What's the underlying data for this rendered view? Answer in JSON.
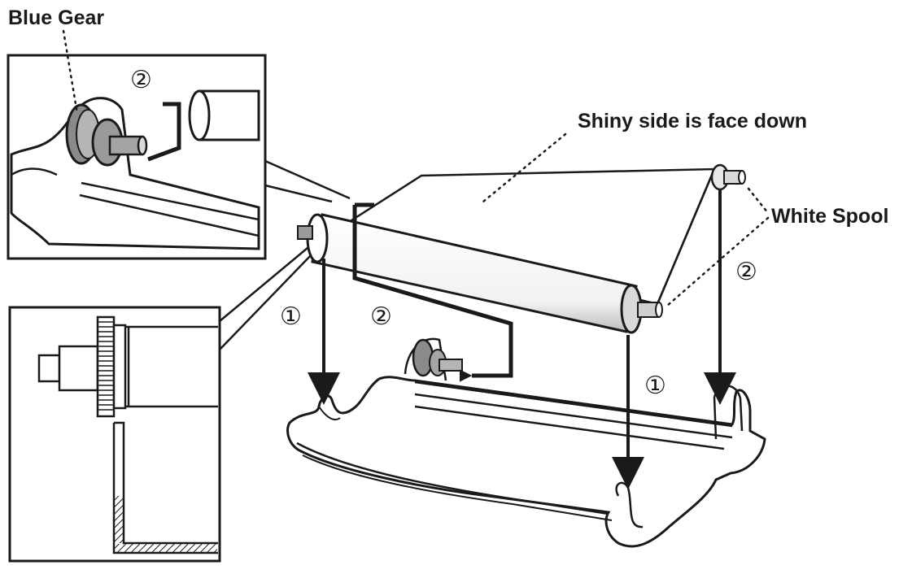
{
  "labels": {
    "blue_gear": "Blue Gear",
    "shiny_side": "Shiny side is face down",
    "white_spool": "White Spool"
  },
  "steps": {
    "one": "①",
    "two": "②"
  },
  "colors": {
    "ink": "#1a1a1a",
    "gray": "#8a8a8a",
    "light_gray": "#d9d9d9",
    "paper": "#ffffff"
  }
}
